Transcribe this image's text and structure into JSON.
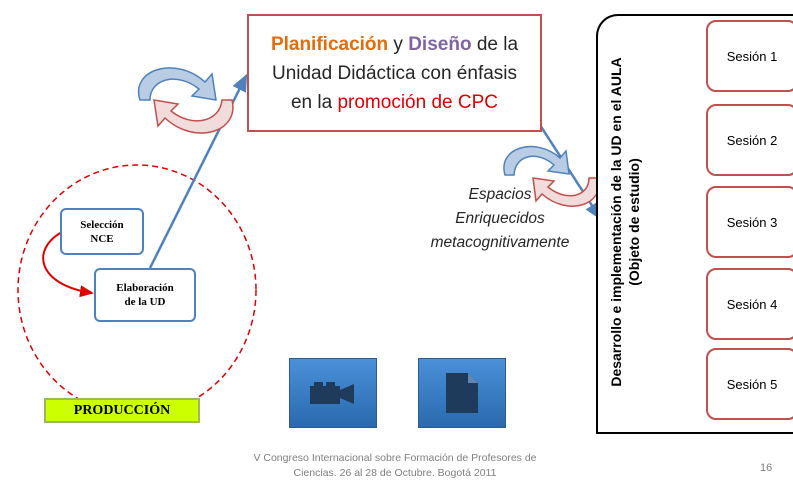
{
  "title_box": {
    "word_planificacion": "Planificación",
    "word_y": " y ",
    "word_diseno": "Diseño",
    "text_rest1": " de la",
    "line2": "Unidad Didáctica con énfasis",
    "line3_prefix": "en la ",
    "line3_highlight": "promoción de CPC"
  },
  "boxes": {
    "seleccion_line1": "Selección",
    "seleccion_line2": "NCE",
    "elaboracion_line1": "Elaboración",
    "elaboracion_line2": "de  la UD"
  },
  "produccion_label": "PRODUCCIÓN",
  "espacios": {
    "line1": "Espacios",
    "line2": "Enriquecidos",
    "line3": "metacognitivamente"
  },
  "aula": {
    "line1": "Desarrollo e implementación  de la UD en el AULA",
    "line2": "(Objeto de estudio)"
  },
  "sesiones": [
    "Sesión 1",
    "Sesión 2",
    "Sesión 3",
    "Sesión 4",
    "Sesión 5"
  ],
  "media_icons": [
    "video-camera-icon",
    "document-icon"
  ],
  "footer": {
    "line1": "V Congreso Internacional sobre Formación de Profesores de",
    "line2": "Ciencias. 26 al 28 de Octubre. Bogotá 2011"
  },
  "page_number": "16",
  "colors": {
    "accent_red": "#c0504d",
    "accent_blue": "#4f81bd",
    "orange": "#e46c0a",
    "purple": "#8064a2",
    "produccion_fill": "#ccff00"
  }
}
